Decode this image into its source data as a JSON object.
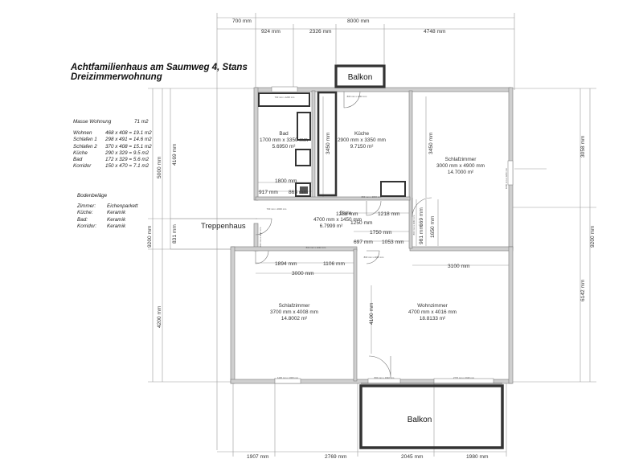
{
  "header": {
    "line1": "Achtfamilienhaus am Saumweg 4, Stans",
    "line2": "Dreizimmerwohnung"
  },
  "areas": {
    "title": "Masse Wohnung",
    "total": "71 m2",
    "rows": [
      {
        "name": "Wohnen",
        "dims": "468 x 408 = 19.1 m2"
      },
      {
        "name": "Schlafen 1",
        "dims": "298 x 491 = 14.6 m2"
      },
      {
        "name": "Schlafen 2",
        "dims": "370 x 408 = 15.1 m2"
      },
      {
        "name": "Küche",
        "dims": "290 x 329 = 9.5 m2"
      },
      {
        "name": "Bad",
        "dims": "172 x 329 = 5.6 m2"
      },
      {
        "name": "Korridor",
        "dims": "150 x 470 = 7.1 m2"
      }
    ]
  },
  "floors": {
    "title": "Bodenbeläge",
    "rows": [
      {
        "name": "Zimmer:",
        "material": "Eichenparkett"
      },
      {
        "name": "Küche:",
        "material": "Keramik"
      },
      {
        "name": "Bad:",
        "material": "Keramik"
      },
      {
        "name": "Korridor:",
        "material": "Keramik"
      }
    ]
  },
  "rooms": {
    "bad": {
      "name": "Bad",
      "dims": "1700 mm x 3350 mm",
      "area": "5.6950 m²"
    },
    "kueche": {
      "name": "Küche",
      "dims": "2900 mm x 3350 mm",
      "area": "9.7150 m²"
    },
    "schlafzimmer_ne": {
      "name": "Schlafzimmer",
      "dims": "3000 mm x 4900 mm",
      "area": "14.7000 m²"
    },
    "diele": {
      "name": "Diele",
      "dims": "4700 mm x 1450 mm",
      "area": "6.7999 m²"
    },
    "schlafzimmer_sw": {
      "name": "Schlafzimmer",
      "dims": "3700 mm x 4008 mm",
      "area": "14.8002 m²"
    },
    "wohnzimmer": {
      "name": "Wohnzimmer",
      "dims": "4700 mm x 4016 mm",
      "area": "18.8133 m²"
    }
  },
  "labels": {
    "balkon_top": "Balkon",
    "balkon_bottom": "Balkon",
    "treppenhaus": "Treppenhaus"
  },
  "dims_top": {
    "d700": "700 mm",
    "d8000": "8000 mm",
    "d924": "924 mm",
    "d2326": "2326 mm",
    "d4748": "4748 mm"
  },
  "dims_bottom": {
    "d1907": "1907 mm",
    "d2769": "2769 mm",
    "d2045": "2045 mm",
    "d1980": "1980 mm"
  },
  "dims_left": {
    "d9200": "9200 mm",
    "d5000": "5000 mm",
    "d4169": "4169 mm",
    "d831": "831 mm",
    "d4200": "4200 mm"
  },
  "dims_right": {
    "d3058": "3058 mm",
    "d9200": "9200 mm",
    "d6142": "6142 mm"
  },
  "dims_inner": {
    "d3450a": "3450 mm",
    "d3450b": "3450 mm",
    "d1800": "1800 mm",
    "d917": "917 mm",
    "d863": "863 mm",
    "d1232": "1232 mm",
    "d1218": "1218 mm",
    "d1250": "1250 mm",
    "d1750": "1750 mm",
    "d697": "697 mm",
    "d1053": "1053 mm",
    "d669": "669 mm",
    "d981": "981 mm",
    "d1650": "1650 mm",
    "d1894": "1894 mm",
    "d1106": "1106 mm",
    "d3000": "3000 mm",
    "d3100": "3100 mm",
    "d4100": "4100 mm"
  },
  "window_labels": {
    "w_bad": "700 mm x 1200 mm",
    "w_kueche": "800 mm x 2040 mm",
    "w_diele1": "700 mm x 2040 mm",
    "w_diele2": "800 mm x 2040 mm",
    "w_sz_right": "1000 mm x 1200 mm",
    "w_sw_top": "800 mm x 2040 mm",
    "w_wz_top": "800 mm x 2040 mm",
    "w_sw_bottom": "1400 mm x 1000 mm",
    "w_wz_bottom1": "800 mm x 2040 mm",
    "w_wz_bottom2": "2770 mm x 2040 mm",
    "w_stair": "600 mm x 2040 mm",
    "w_corr": "800 mm x 2040 mm",
    "w_kdoor": "800 mm x 2040 mm"
  }
}
